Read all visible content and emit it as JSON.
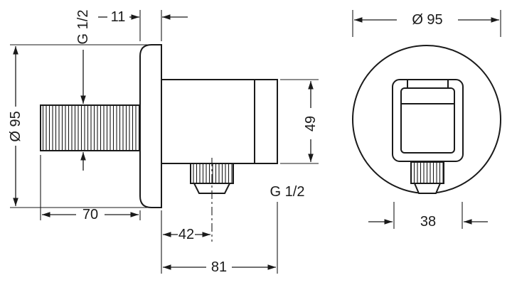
{
  "page": {
    "background": "#ffffff",
    "line_color": "#1a1a1a",
    "description": "Technical dimension drawing of a wall outlet fitting, side view and front view"
  },
  "side_view": {
    "dims": {
      "plate_diameter": "Ø 95",
      "inlet_thread": "G 1/2",
      "plate_thickness": "11",
      "body_height": "49",
      "inlet_length": "70",
      "outlet_offset": "42",
      "total_depth": "81",
      "outlet_thread": "G 1/2"
    }
  },
  "front_view": {
    "dims": {
      "plate_diameter": "Ø 95",
      "bracket_width": "38"
    }
  }
}
